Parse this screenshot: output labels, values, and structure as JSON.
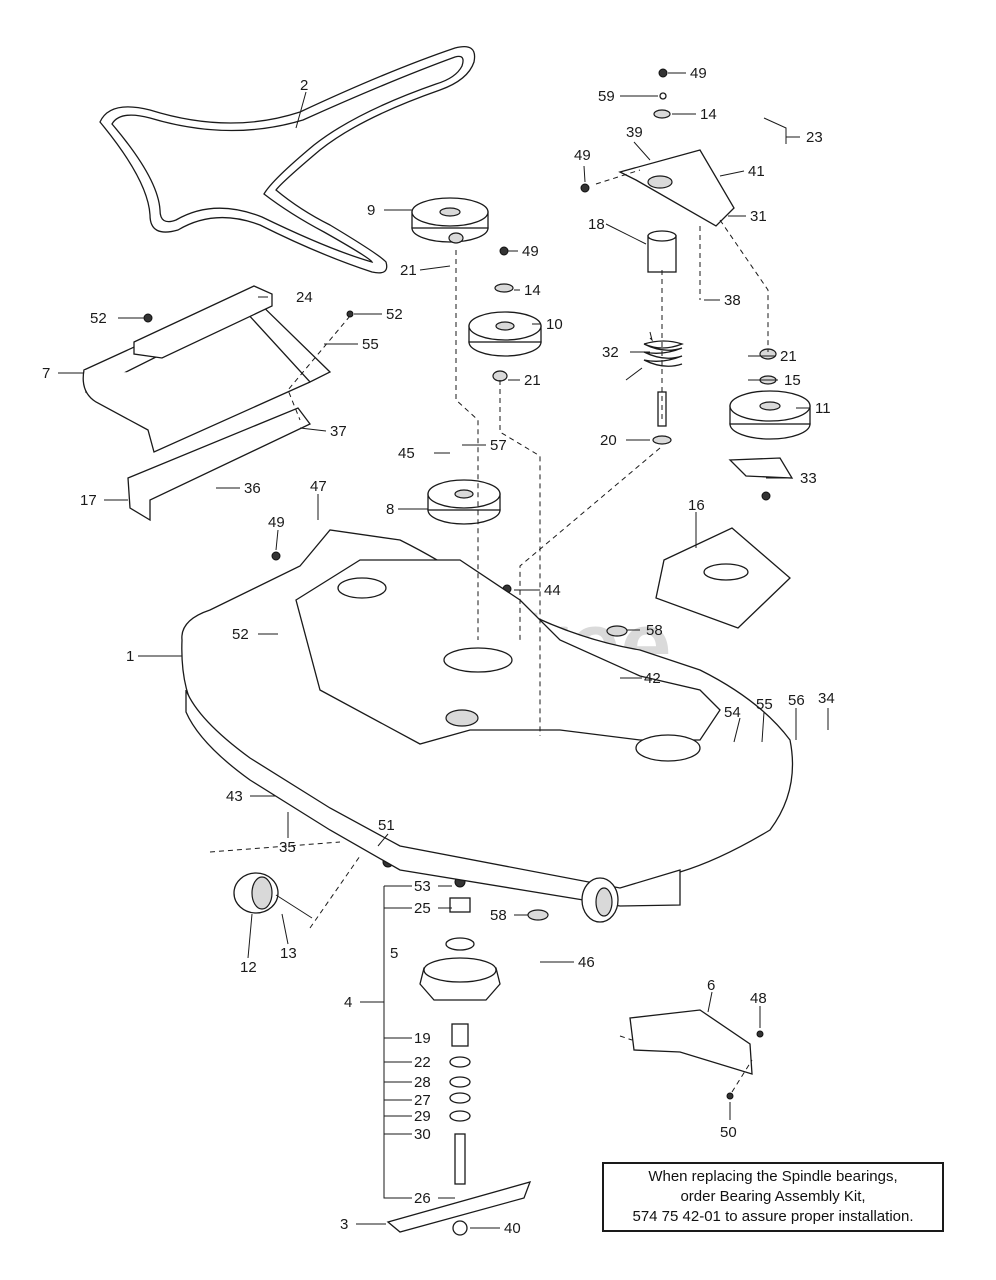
{
  "watermark": {
    "text": "PartsTree",
    "trademark": "TM"
  },
  "note": {
    "lines": [
      "When replacing the Spindle bearings,",
      "order Bearing Assembly Kit,",
      "574 75 42-01 to assure proper installation."
    ]
  },
  "callouts": {
    "c1": "1",
    "c2": "2",
    "c3": "3",
    "c4": "4",
    "c5": "5",
    "c6": "6",
    "c7": "7",
    "c8": "8",
    "c9": "9",
    "c10": "10",
    "c11": "11",
    "c12": "12",
    "c13": "13",
    "c14a": "14",
    "c14b": "14",
    "c15": "15",
    "c16": "16",
    "c17": "17",
    "c18": "18",
    "c19": "19",
    "c20": "20",
    "c21a": "21",
    "c21b": "21",
    "c21c": "21",
    "c22": "22",
    "c23": "23",
    "c24": "24",
    "c25": "25",
    "c26": "26",
    "c27": "27",
    "c28": "28",
    "c29": "29",
    "c30": "30",
    "c31": "31",
    "c32": "32",
    "c33": "33",
    "c34": "34",
    "c35": "35",
    "c36": "36",
    "c37": "37",
    "c38": "38",
    "c39": "39",
    "c40": "40",
    "c41": "41",
    "c42": "42",
    "c43": "43",
    "c44": "44",
    "c45": "45",
    "c46": "46",
    "c47": "47",
    "c48": "48",
    "c49a": "49",
    "c49b": "49",
    "c49c": "49",
    "c49d": "49",
    "c50": "50",
    "c51": "51",
    "c52a": "52",
    "c52b": "52",
    "c52c": "52",
    "c53": "53",
    "c54": "54",
    "c55a": "55",
    "c55b": "55",
    "c56": "56",
    "c57": "57",
    "c58a": "58",
    "c58b": "58",
    "c59": "59"
  }
}
